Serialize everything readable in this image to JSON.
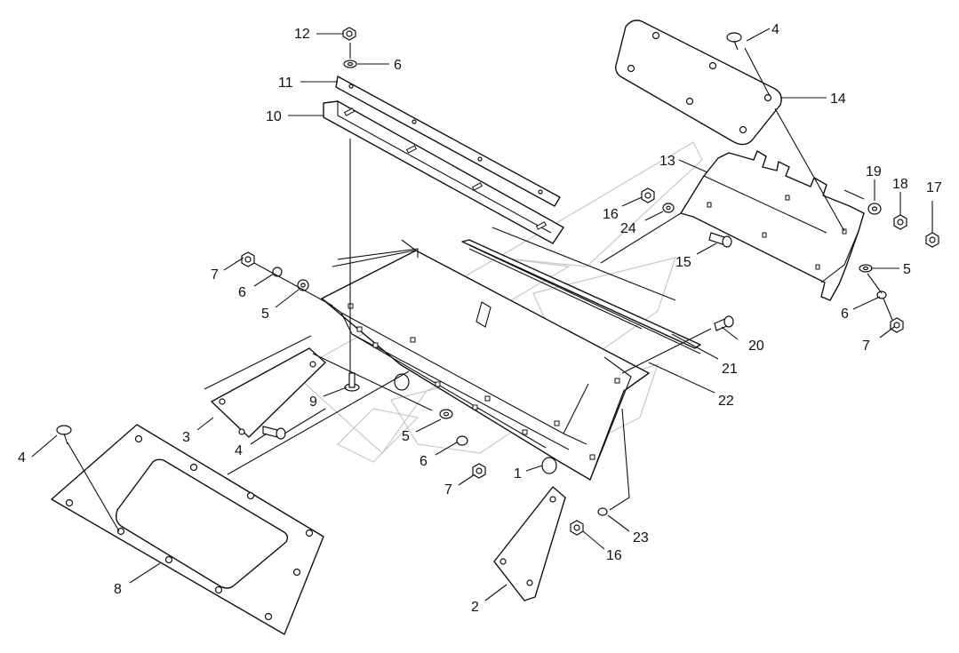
{
  "callouts": [
    {
      "id": "c12",
      "text": "12"
    },
    {
      "id": "c6a",
      "text": "6"
    },
    {
      "id": "c11",
      "text": "11"
    },
    {
      "id": "c10",
      "text": "10"
    },
    {
      "id": "c4a",
      "text": "4"
    },
    {
      "id": "c14",
      "text": "14"
    },
    {
      "id": "c13",
      "text": "13"
    },
    {
      "id": "c19",
      "text": "19"
    },
    {
      "id": "c18",
      "text": "18"
    },
    {
      "id": "c17",
      "text": "17"
    },
    {
      "id": "c16a",
      "text": "16"
    },
    {
      "id": "c24",
      "text": "24"
    },
    {
      "id": "c15",
      "text": "15"
    },
    {
      "id": "c5a",
      "text": "5"
    },
    {
      "id": "c6b",
      "text": "6"
    },
    {
      "id": "c7a",
      "text": "7"
    },
    {
      "id": "c7b",
      "text": "7"
    },
    {
      "id": "c6c",
      "text": "6"
    },
    {
      "id": "c5b",
      "text": "5"
    },
    {
      "id": "c20",
      "text": "20"
    },
    {
      "id": "c21",
      "text": "21"
    },
    {
      "id": "c22",
      "text": "22"
    },
    {
      "id": "c9",
      "text": "9"
    },
    {
      "id": "c3",
      "text": "3"
    },
    {
      "id": "c4b",
      "text": "4"
    },
    {
      "id": "c4c",
      "text": "4"
    },
    {
      "id": "c5c",
      "text": "5"
    },
    {
      "id": "c6d",
      "text": "6"
    },
    {
      "id": "c1",
      "text": "1"
    },
    {
      "id": "c7c",
      "text": "7"
    },
    {
      "id": "c23",
      "text": "23"
    },
    {
      "id": "c16b",
      "text": "16"
    },
    {
      "id": "c8",
      "text": "8"
    },
    {
      "id": "c2",
      "text": "2"
    }
  ]
}
